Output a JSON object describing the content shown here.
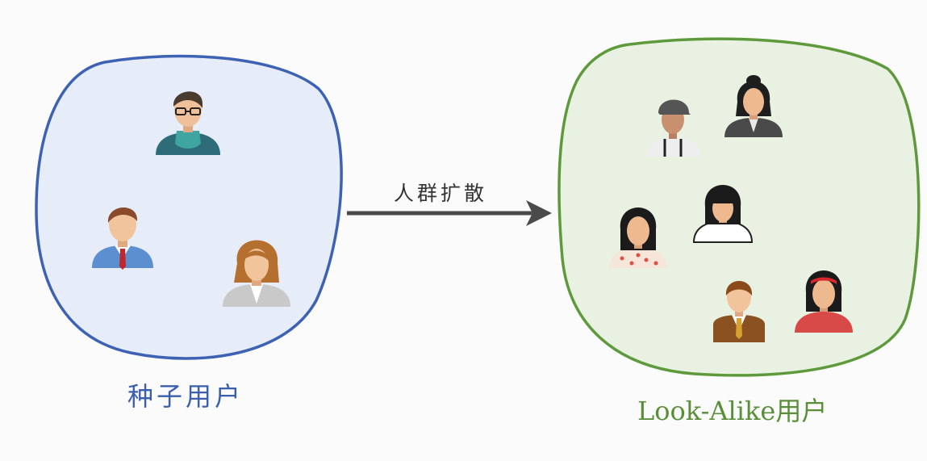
{
  "seed_group": {
    "label": "种子用户",
    "fill": "#e6edf8",
    "stroke": "#3e62b3",
    "text_color": "#3a5fae",
    "members": [
      "man-glasses-scarf-icon",
      "man-blue-suit-icon",
      "woman-gray-blazer-icon"
    ]
  },
  "arrow": {
    "label": "人群扩散",
    "color": "#4a4a4a"
  },
  "lookalike_group": {
    "label": "Look-Alike用户",
    "fill": "#e9f2e2",
    "stroke": "#5e9a3c",
    "text_color": "#5a8f3a",
    "members": [
      "man-cap-suspenders-icon",
      "woman-dark-blazer-icon",
      "woman-white-top-icon",
      "woman-floral-top-icon",
      "man-brown-suit-icon",
      "woman-red-headband-icon"
    ]
  }
}
